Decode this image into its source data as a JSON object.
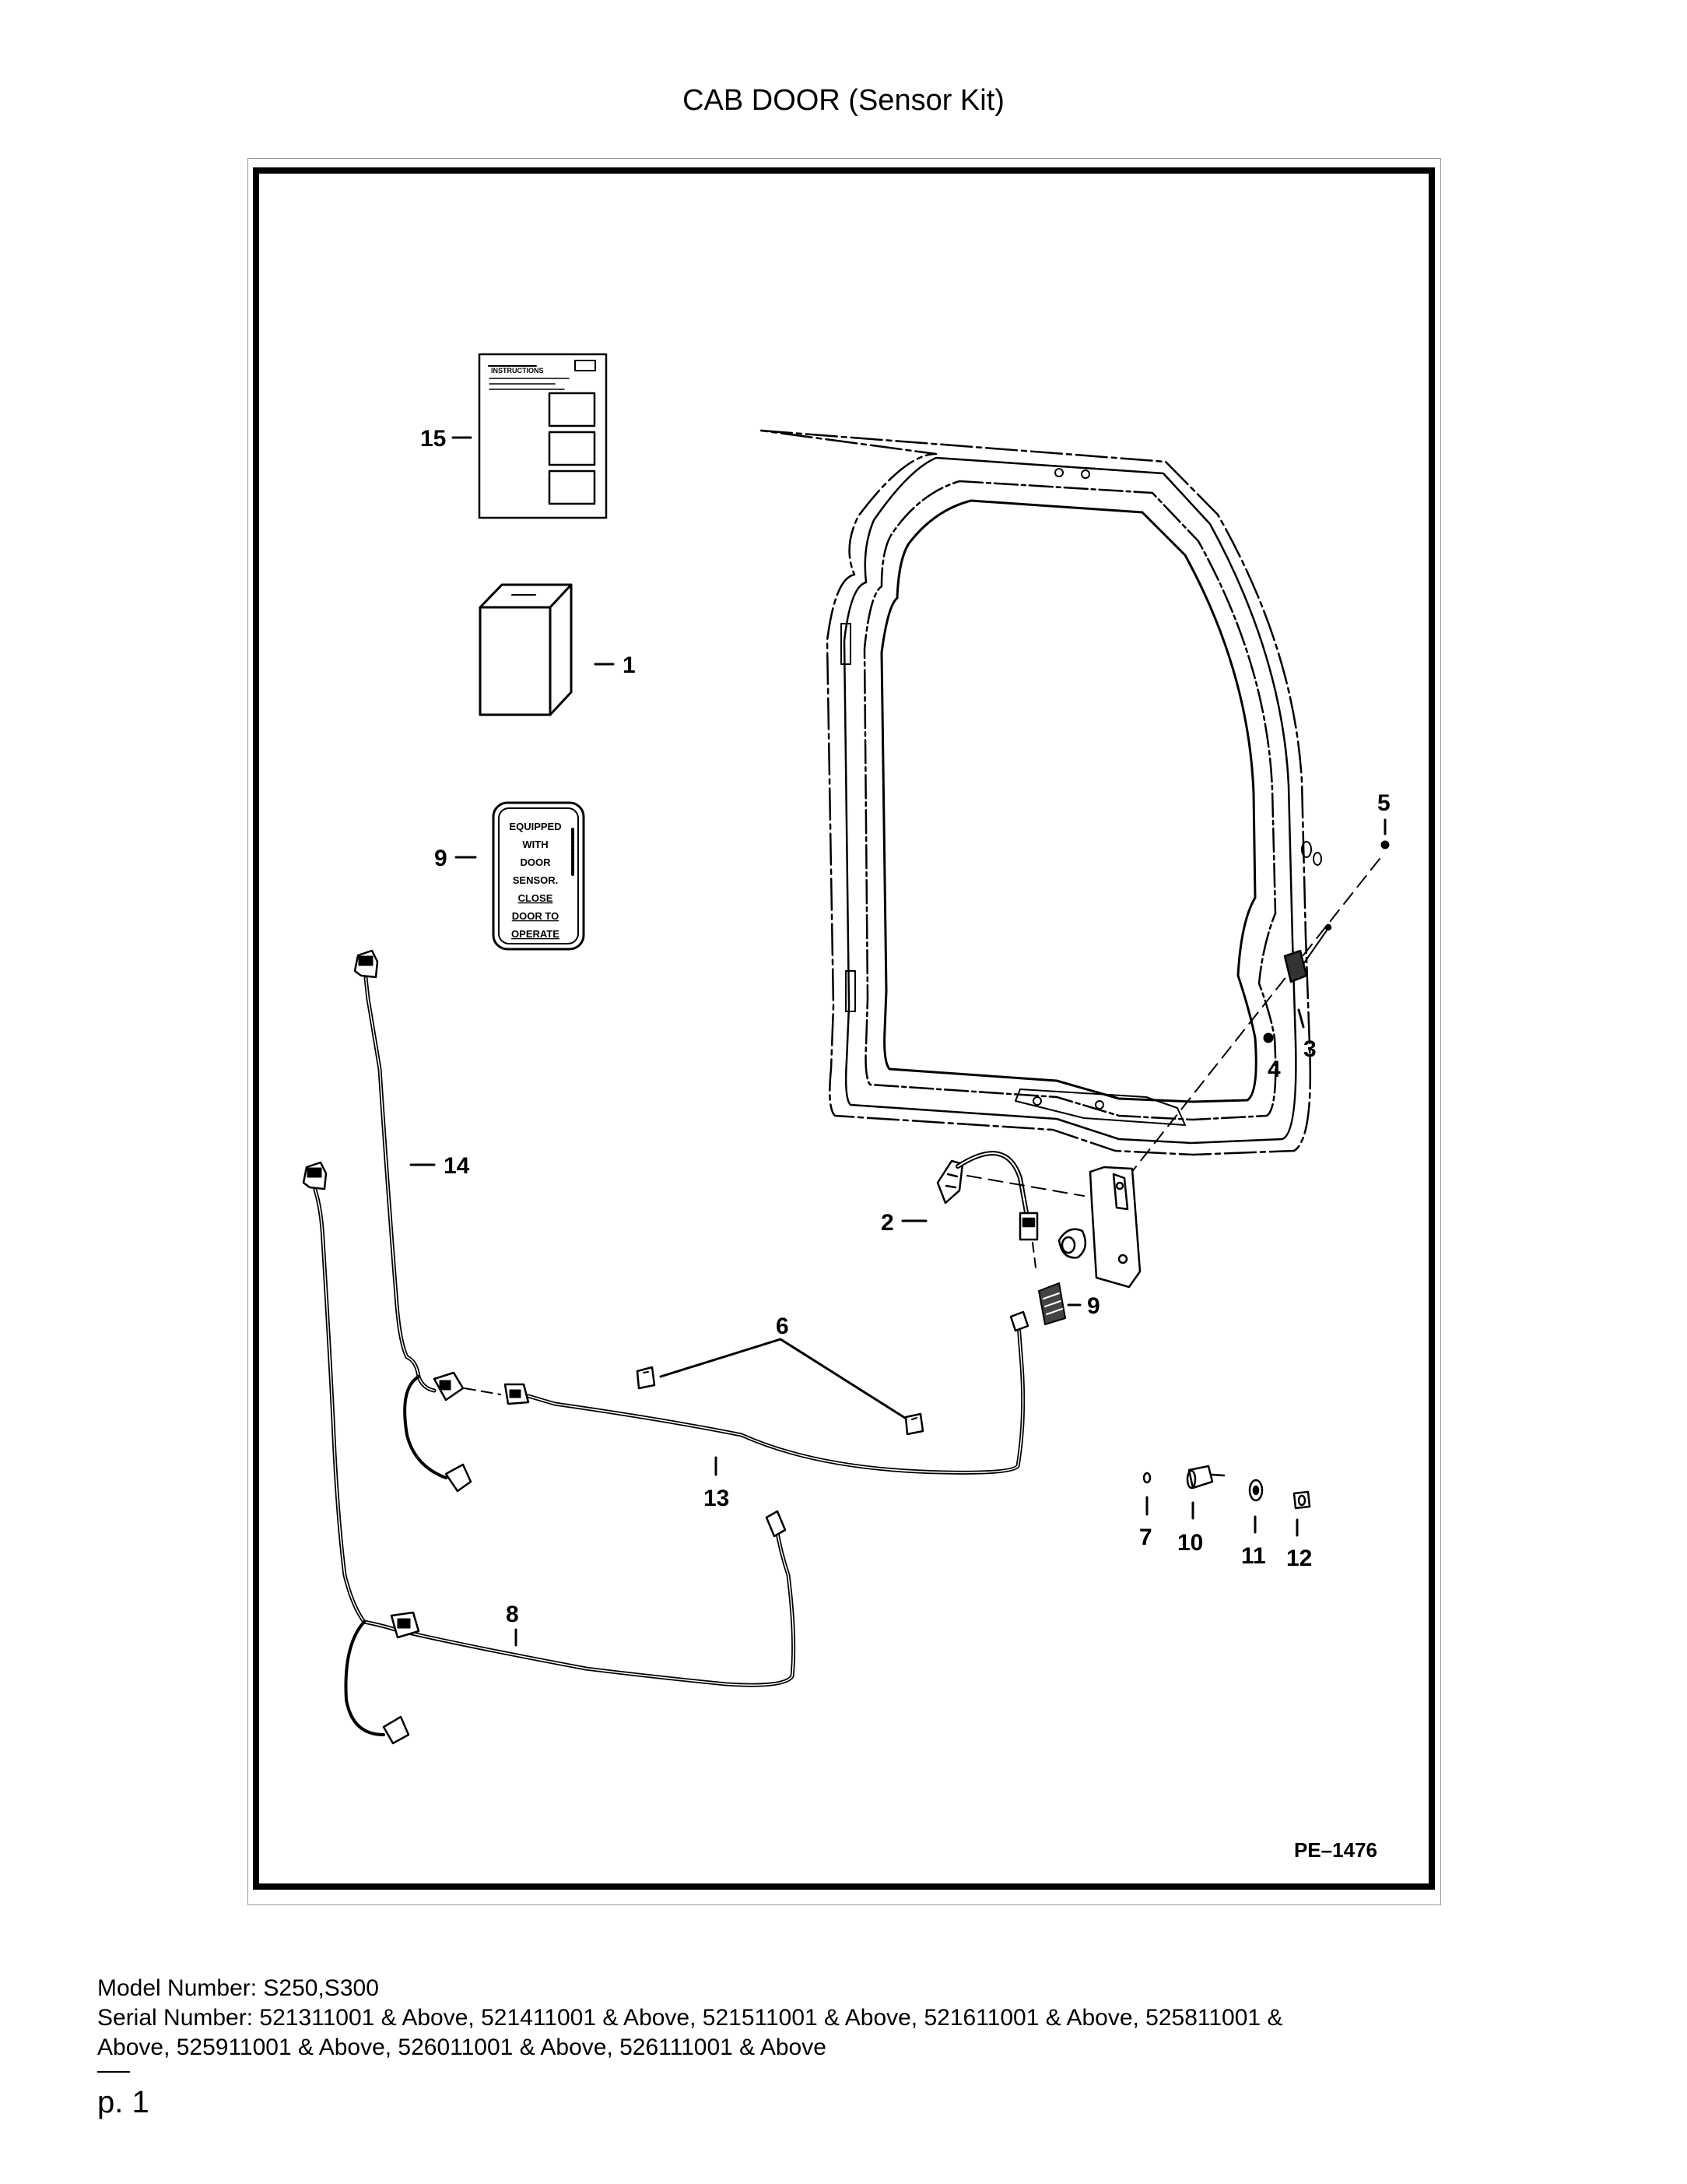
{
  "page": {
    "title": "CAB DOOR (Sensor Kit)",
    "drawing_id": "PE–1476",
    "page_number": "p. 1"
  },
  "callouts": [
    "15",
    "1",
    "9",
    "14",
    "13",
    "8",
    "6",
    "2",
    "9",
    "5",
    "3",
    "4",
    "7",
    "10",
    "11",
    "12"
  ],
  "decal": {
    "lines": [
      "EQUIPPED",
      "WITH",
      "DOOR",
      "SENSOR.",
      "CLOSE",
      "DOOR TO",
      "OPERATE"
    ]
  },
  "instructions_sheet": {
    "header": "INSTRUCTIONS"
  },
  "model": {
    "model_number": "Model Number: S250,S300",
    "serial_line_1": "Serial Number: 521311001 & Above, 521411001 & Above, 521511001 & Above, 521611001 & Above, 525811001 &",
    "serial_line_2": "Above, 525911001 & Above, 526011001 & Above, 526111001 & Above"
  }
}
